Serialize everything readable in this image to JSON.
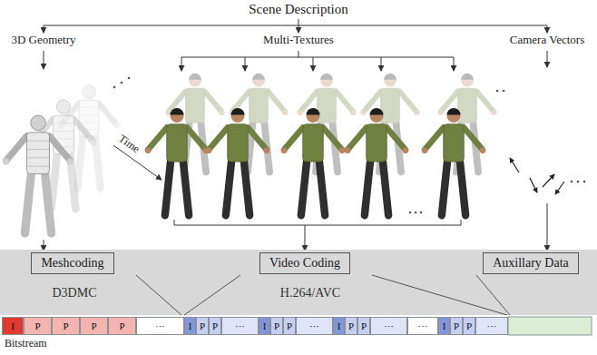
{
  "diagram": {
    "title": "Scene Description",
    "nodes": [
      {
        "text": [
          "D3DMC",
          "H.264/AVC"
        ]
      },
      {
        "text": [
          "Meshcoding"
        ],
        "in": 0
      },
      {
        "text": [
          "Video Coding"
        ],
        "in": 0
      },
      {
        "text": [
          "Auxillary Data"
        ],
        "in": 0
      }
    ],
    "labels": [
      "3D Geometry",
      "Multi-Textures",
      "Camera Vectors",
      "Time",
      "I",
      "P",
      "P",
      "P",
      "P",
      "···",
      "I",
      "P",
      "P",
      "···",
      "I",
      "P",
      "P",
      "···",
      "I",
      "P",
      "P",
      "···",
      "···",
      "I",
      "P",
      "P",
      "···",
      "Bitstream"
    ]
  }
}
